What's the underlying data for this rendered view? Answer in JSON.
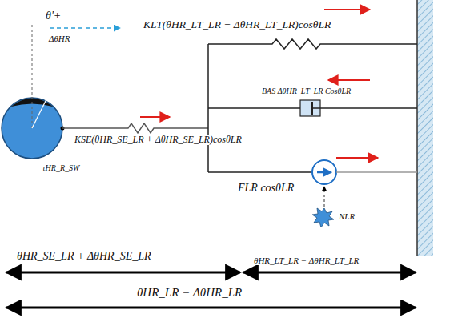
{
  "diagram": {
    "labels": [
      "θ'+",
      "ΔθHR",
      "KLT(θHR_LT_LR − ΔθHR_LT_LR)cosθLR",
      "BAS ΔθHR_LT_LR CosθLR",
      "KSE(θHR_SE_LR + ΔθHR_SE_LR)cosθLR",
      "τHR_R_SW",
      "FLR cosθLR",
      "NLR",
      "θHR_SE_LR + ΔθHR_SE_LR",
      "θHR_LT_LR − ΔθHR_LT_LR",
      "θHR_LR − ΔθHR_LR"
    ]
  }
}
